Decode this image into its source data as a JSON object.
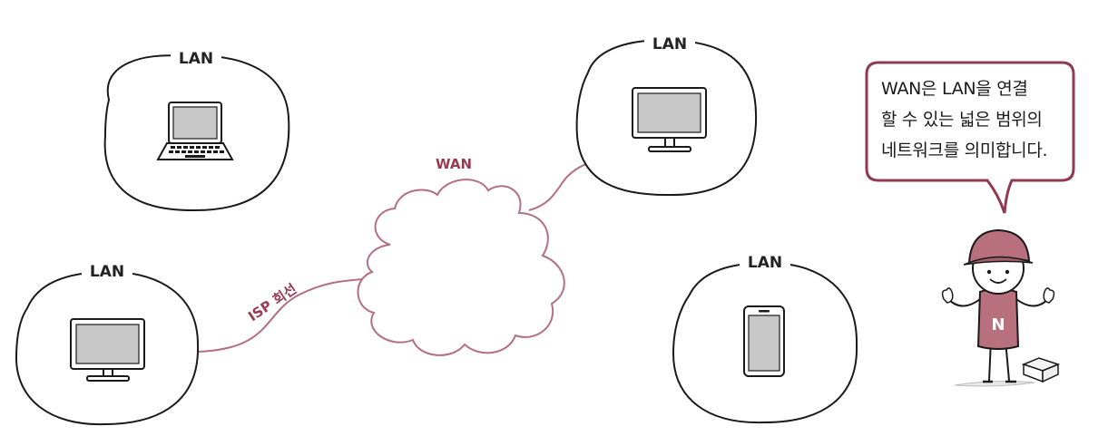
{
  "nodes": [
    {
      "label": "LAN",
      "device": "laptop"
    },
    {
      "label": "LAN",
      "device": "monitor"
    },
    {
      "label": "LAN",
      "device": "monitor"
    },
    {
      "label": "LAN",
      "device": "smartphone"
    }
  ],
  "wan": {
    "label": "WAN"
  },
  "isp_line": {
    "label": "ISP 회선"
  },
  "speech": {
    "lines": [
      "WAN은 LAN을 연결",
      "할 수 있는 넓은 범위의",
      "네트워크를 의미합니다."
    ]
  },
  "colors": {
    "accent": "#9a3a52",
    "cloud_stroke": "#b27080",
    "cap": "#b8707e",
    "shirt": "#b8707e",
    "screen": "#c8c8c8",
    "outline": "#1a1a1a"
  }
}
